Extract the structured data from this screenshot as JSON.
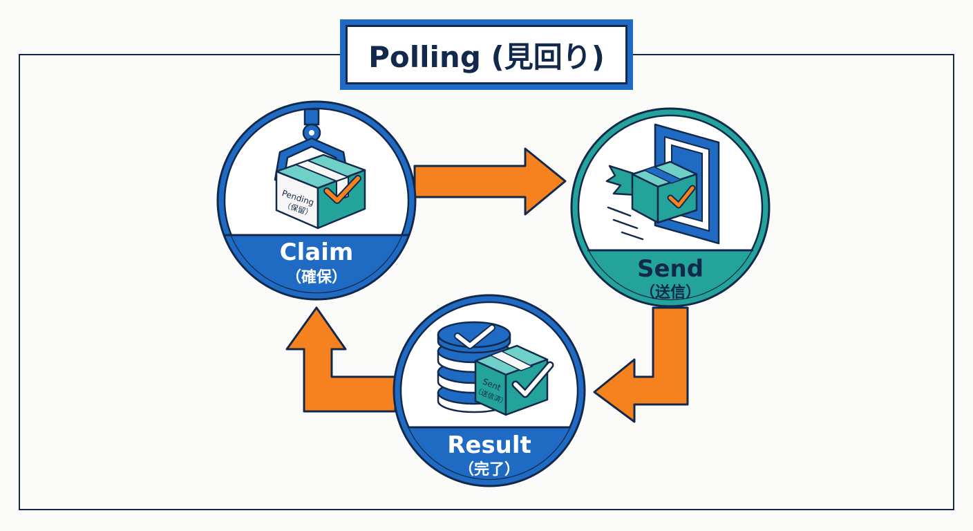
{
  "title": "Polling (見回り)",
  "steps": [
    {
      "label": "Claim",
      "sublabel": "（確保）",
      "color": "#1f6bc3",
      "icon": "package-claw-icon",
      "box_label": [
        "Pending",
        "（保留）"
      ]
    },
    {
      "label": "Send",
      "sublabel": "（送信）",
      "color": "#24a39a",
      "icon": "flying-package-door-icon"
    },
    {
      "label": "Result",
      "sublabel": "（完了）",
      "color": "#1f6bc3",
      "icon": "database-sent-package-icon",
      "box_label": [
        "Sent",
        "（送信済）"
      ]
    }
  ],
  "colors": {
    "arrow": "#f5821f",
    "outline": "#13294b",
    "check": "#f5821f",
    "teal": "#24a39a"
  }
}
